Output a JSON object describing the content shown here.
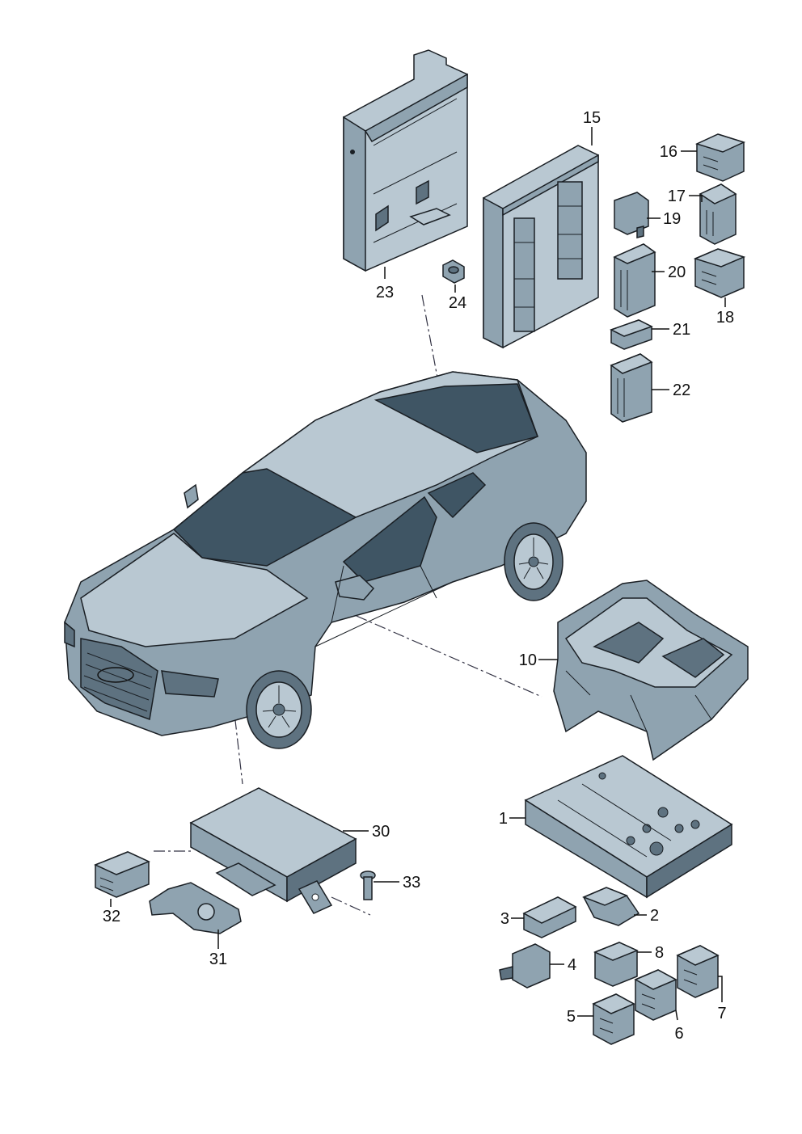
{
  "callouts": {
    "c1": "1",
    "c2": "2",
    "c3": "3",
    "c4": "4",
    "c5": "5",
    "c6": "6",
    "c7": "7",
    "c8": "8",
    "c10": "10",
    "c15": "15",
    "c16": "16",
    "c17": "17",
    "c18": "18",
    "c19": "19",
    "c20": "20",
    "c21": "21",
    "c22": "22",
    "c23": "23",
    "c24": "24",
    "c30": "30",
    "c31": "31",
    "c32": "32",
    "c33": "33"
  },
  "colors": {
    "body": "#8fa3b0",
    "glass": "#3f5564",
    "outline": "#1a1f24"
  }
}
